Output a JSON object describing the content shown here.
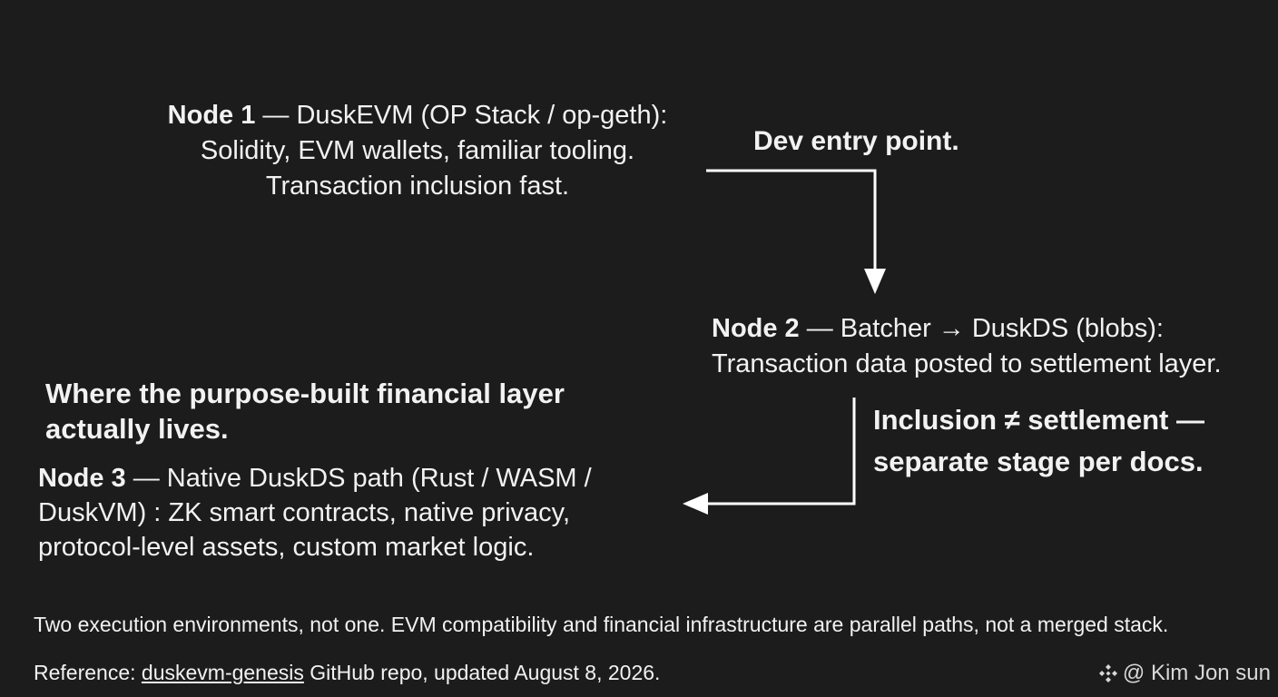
{
  "node1": {
    "title": "Node 1",
    "line1_rest": " — DuskEVM (OP Stack / op-geth):",
    "line2": "Solidity, EVM wallets, familiar tooling.",
    "line3": "Transaction inclusion fast."
  },
  "callouts": {
    "dev_entry": "Dev entry point.",
    "financial_line1": "Where the purpose-built financial layer",
    "financial_line2": "actually lives.",
    "inclusion_line1": "Inclusion ≠ settlement —",
    "inclusion_line2": "separate stage per docs."
  },
  "node2": {
    "title": "Node 2",
    "line1_rest": " — Batcher → DuskDS (blobs):",
    "line2": "Transaction data posted to settlement layer."
  },
  "node3": {
    "title": "Node 3",
    "line1_rest": " — Native DuskDS path  (Rust / WASM /",
    "line2": "DuskVM) : ZK smart contracts, native privacy,",
    "line3": "protocol-level assets, custom market logic."
  },
  "footer": {
    "summary": "Two execution environments, not one. EVM compatibility and financial infrastructure are parallel paths, not a merged stack.",
    "reference_prefix": "Reference: ",
    "reference_link": "duskevm-genesis",
    "reference_suffix": " GitHub repo, updated August 8, 2026."
  },
  "watermark": {
    "icon": "binance-logo-icon",
    "text": "@ Kim Jon sun"
  },
  "colors": {
    "background": "#1c1c1c",
    "text": "#f2f2f2",
    "arrow": "#ffffff"
  }
}
